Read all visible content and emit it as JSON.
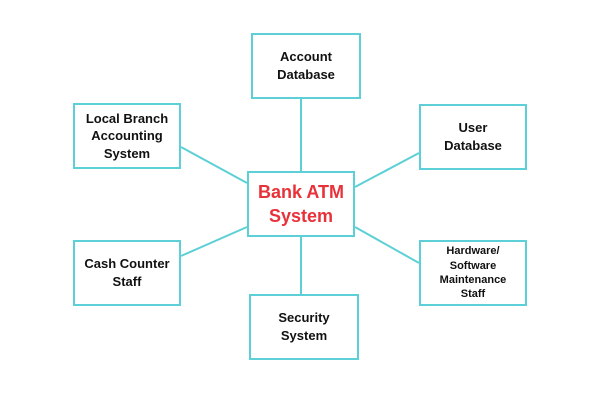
{
  "colors": {
    "border": "#5cd0d6",
    "connector": "#5cd0d6",
    "center_text": "#e8323a",
    "node_text": "#111111",
    "background": "#ffffff"
  },
  "diagram": {
    "center": {
      "label": "Bank ATM\nSystem"
    },
    "nodes": {
      "account_database": {
        "label": "Account\nDatabase"
      },
      "user_database": {
        "label": "User\nDatabase"
      },
      "local_branch_accounting_system": {
        "label": "Local Branch\nAccounting\nSystem"
      },
      "cash_counter_staff": {
        "label": "Cash Counter\nStaff"
      },
      "security_system": {
        "label": "Security\nSystem"
      },
      "hardware_software_maintenance_staff": {
        "label": "Hardware/\nSoftware\nMaintenance\nStaff"
      }
    }
  }
}
